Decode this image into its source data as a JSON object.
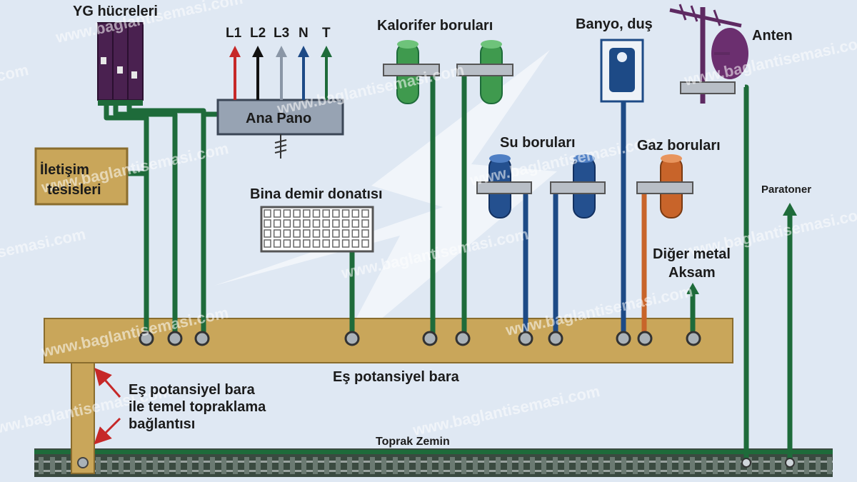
{
  "labels": {
    "yg": "YG hücreleri",
    "iletisim_1": "İletişim",
    "iletisim_2": "tesisleri",
    "ana_pano": "Ana Pano",
    "phases": [
      "L1",
      "L2",
      "L3",
      "N",
      "T"
    ],
    "kalorifer": "Kalorifer boruları",
    "banyo": "Banyo, duş",
    "anten": "Anten",
    "demir": "Bina demir donatısı",
    "su": "Su boruları",
    "gaz": "Gaz boruları",
    "paratoner": "Paratoner",
    "diger_1": "Diğer metal",
    "diger_2": "Aksam",
    "bara": "Eş potansiyel bara",
    "topraklama_1": "Eş potansiyel bara",
    "topraklama_2": "ile temel topraklama",
    "topraklama_3": "bağlantısı",
    "zemin": "Toprak Zemin"
  },
  "watermark": "www.baglantisemasi.com",
  "colors": {
    "background": "#dfe8f3",
    "bar": "#c9a65a",
    "wire_green": "#1e6b3a",
    "wire_blue": "#1d4a86",
    "wire_orange": "#c8642a",
    "arrow_red": "#c62828",
    "pano": "#97a3b3",
    "yg_cell": "#5a2a5e",
    "antenna": "#5e2a62"
  }
}
